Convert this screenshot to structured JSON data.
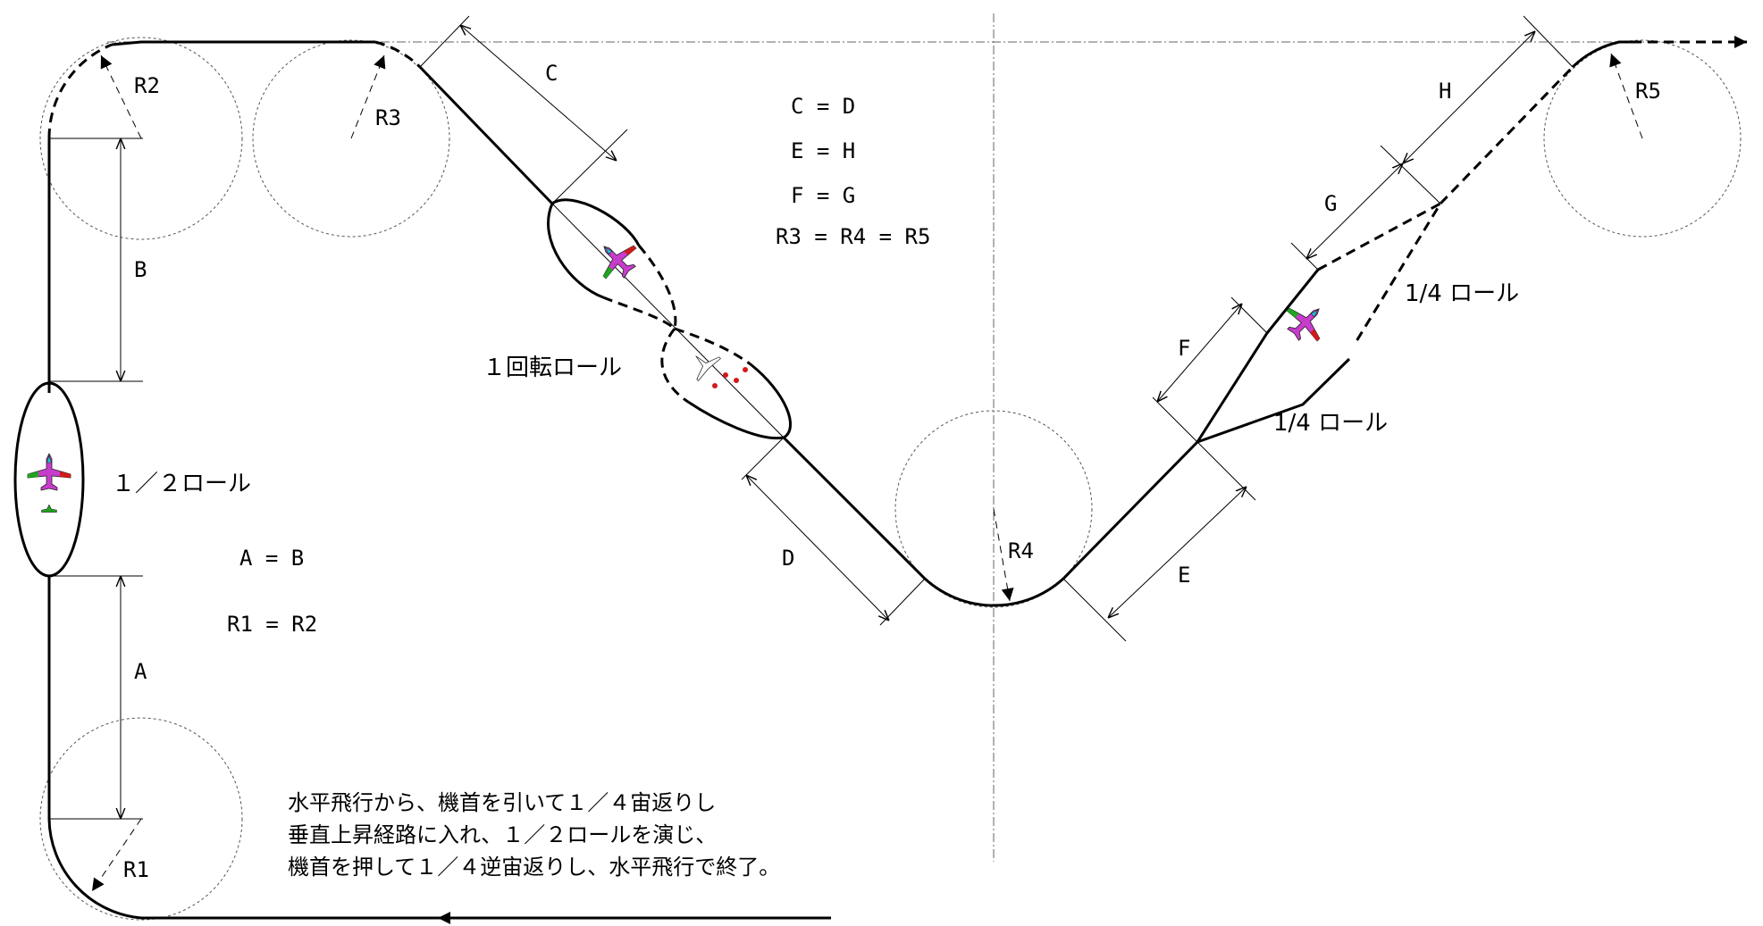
{
  "labels": {
    "r1": "R1",
    "r2": "R2",
    "r3": "R3",
    "r4": "R4",
    "r5": "R5",
    "a": "A",
    "b": "B",
    "c": "C",
    "d": "D",
    "e": "E",
    "f": "F",
    "g": "G",
    "h": "H"
  },
  "manoeuvres": {
    "half_roll": "１／２ロール",
    "full_roll": "１回転ロール",
    "quarter_roll_upper": "1/4 ロール",
    "quarter_roll_lower": "1/4 ロール"
  },
  "equations": {
    "left_1": "A = B",
    "left_2": "R1 = R2",
    "right_1": "C = D",
    "right_2": "E = H",
    "right_3": "F = G",
    "right_4": "R3 = R4 = R5"
  },
  "description": [
    "水平飛行から、機首を引いて１／４宙返りし",
    "垂直上昇経路に入れ、１／２ロールを演じ、",
    "機首を押して１／４逆宙返りし、水平飛行で終了。"
  ],
  "colors": {
    "line": "#000000",
    "guide": "#666666",
    "red": "#d11a1a",
    "green": "#1fa51f",
    "cyan": "#22c6d6",
    "magenta": "#c83ccc"
  }
}
